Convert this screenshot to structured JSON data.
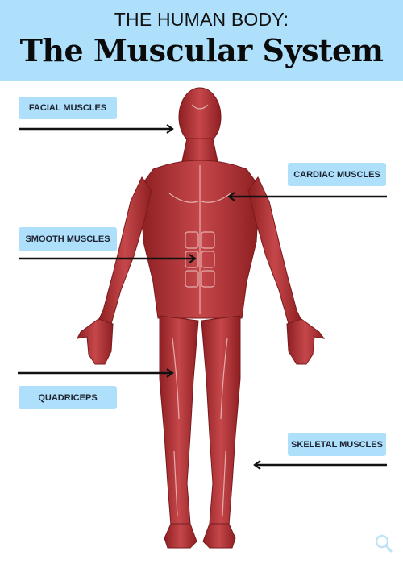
{
  "header": {
    "supertitle": "THE HUMAN BODY:",
    "title": "The Muscular System"
  },
  "labels": {
    "facial": "FACIAL MUSCLES",
    "cardiac": "CARDIAC MUSCLES",
    "smooth": "SMOOTH MUSCLES",
    "quadriceps": "QUADRICEPS",
    "skeletal": "SKELETAL MUSCLES"
  },
  "colors": {
    "header_bg": "#aee0fb",
    "label_bg": "#aee0fb",
    "muscle": "#b5373a",
    "arrow": "#111111"
  },
  "icons": {
    "corner": "search-icon"
  }
}
